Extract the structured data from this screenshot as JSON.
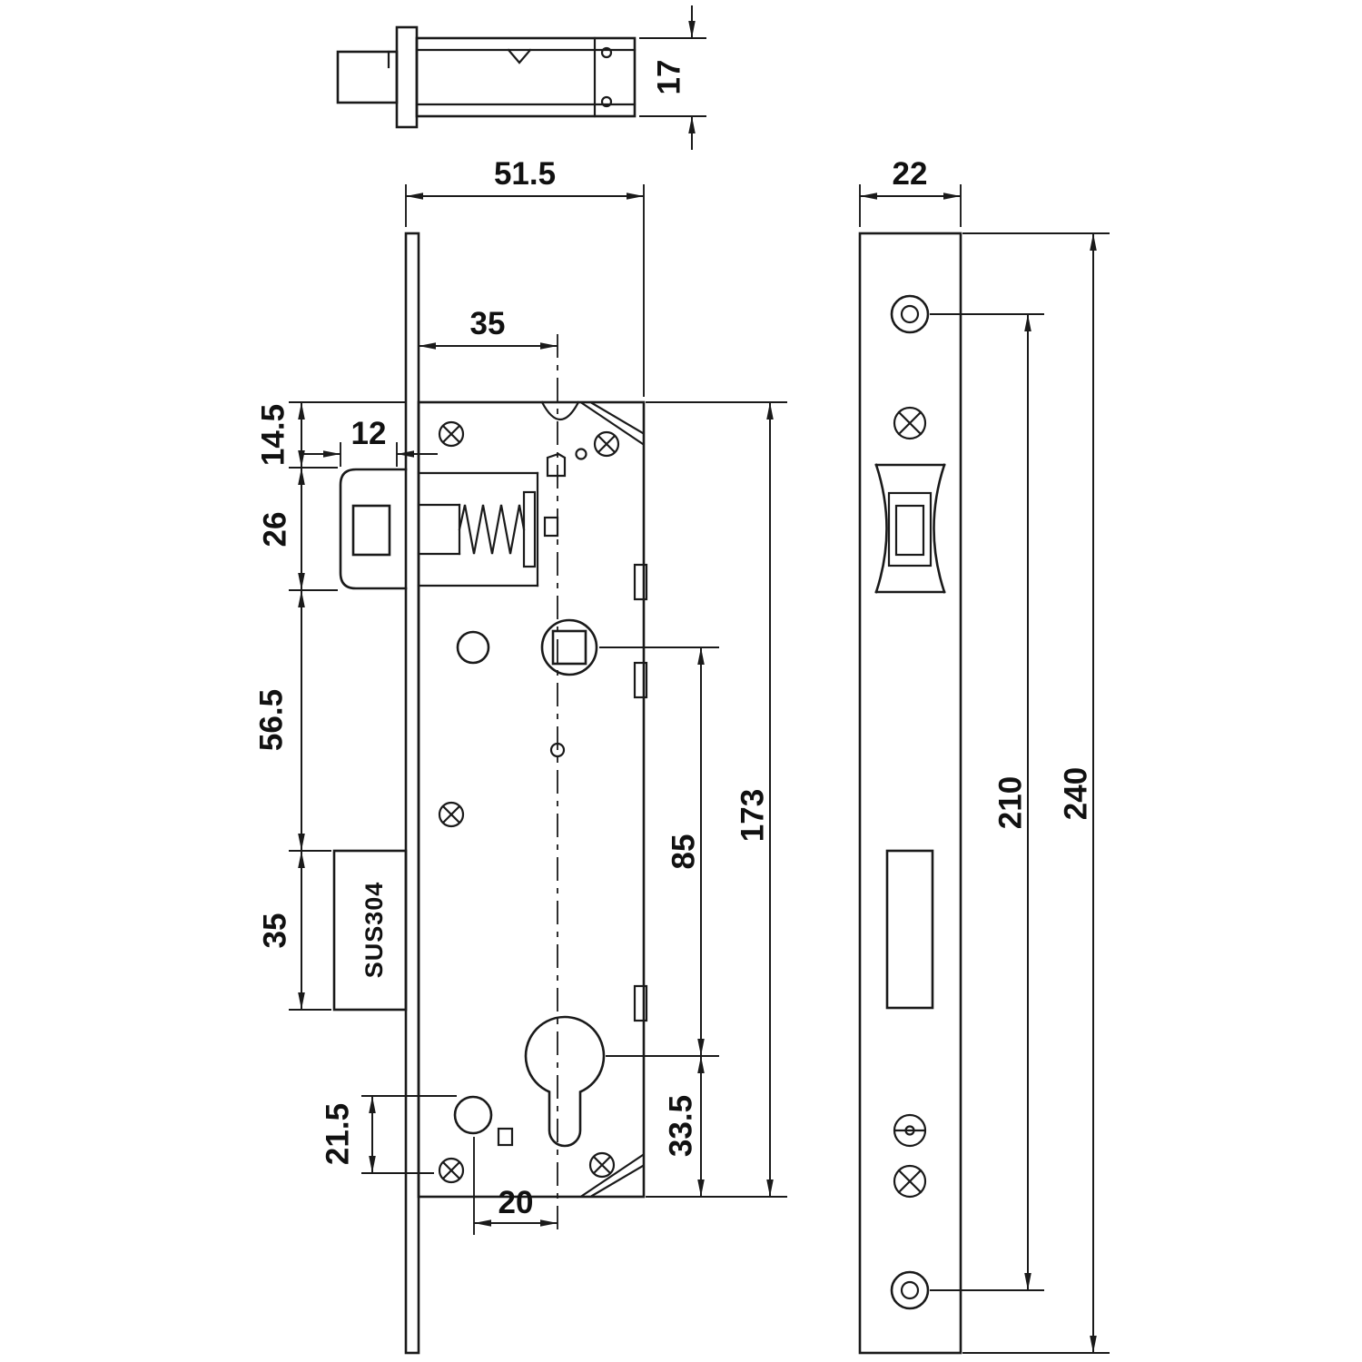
{
  "drawing": {
    "material": "SUS304",
    "dims": {
      "body_thickness": "17",
      "case_width": "51.5",
      "backset": "35",
      "top_to_latch": "14.5",
      "latch_width": "12",
      "latch_height": "26",
      "latch_to_box": "56.5",
      "box_height": "35",
      "circle_offset": "21.5",
      "circle_to_center": "20",
      "hub_to_cylinder": "85",
      "cylinder_to_bottom": "33.5",
      "case_height": "173",
      "faceplate_width": "22",
      "screw_centers": "210",
      "faceplate_height": "240"
    }
  }
}
